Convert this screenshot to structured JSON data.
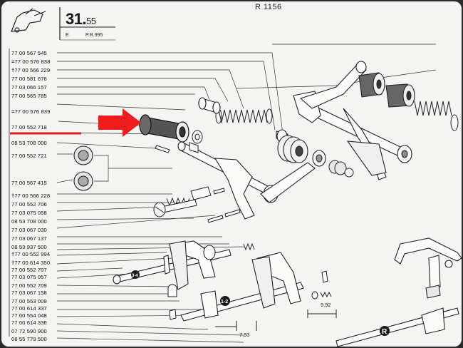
{
  "header": {
    "page_number": "31.",
    "page_number_small": "55",
    "sub_left": "E",
    "sub_right": "P.R.995",
    "top_reference": "R 1156"
  },
  "part_numbers": [
    {
      "text": "77 00 567 545",
      "mark": ""
    },
    {
      "text": "77 00 576 838",
      "mark": "="
    },
    {
      "text": "77 00 566 229",
      "mark": "†"
    },
    {
      "text": "77 00 581 676",
      "mark": ""
    },
    {
      "text": "77 03 066 157",
      "mark": ""
    },
    {
      "text": "77 00 565 785",
      "mark": ""
    },
    {
      "text": "77 00 576 839",
      "mark": "="
    },
    {
      "text": "77 00 552 718",
      "mark": ""
    },
    {
      "text": "08 53 708 000",
      "mark": ""
    },
    {
      "text": "77 00 552 721",
      "mark": ""
    },
    {
      "text": "77 00 567 415",
      "mark": ""
    },
    {
      "text": "77 00 566 228",
      "mark": "†"
    },
    {
      "text": "77 00 552 706",
      "mark": ""
    },
    {
      "text": "77 03 075 058",
      "mark": ""
    },
    {
      "text": "08 53 708 000",
      "mark": ""
    },
    {
      "text": "77 03 067 030",
      "mark": ""
    },
    {
      "text": "77 03 067 137",
      "mark": ""
    },
    {
      "text": "08 53 937 500",
      "mark": ""
    },
    {
      "text": "77 00 552 994",
      "mark": "†"
    },
    {
      "text": "77 00 614 350",
      "mark": "†"
    },
    {
      "text": "77 00 552 707",
      "mark": ""
    },
    {
      "text": "77 03 075 057",
      "mark": ""
    },
    {
      "text": "77 00 552 709",
      "mark": ""
    },
    {
      "text": "77 03 067 158",
      "mark": ""
    },
    {
      "text": "77 00 553 009",
      "mark": ""
    },
    {
      "text": "77 00 614 337",
      "mark": ""
    },
    {
      "text": "77 00 554 048",
      "mark": ""
    },
    {
      "text": "77 00 614 336",
      "mark": ""
    },
    {
      "text": "07 72 590 900",
      "mark": ""
    },
    {
      "text": "08 55 779 500",
      "mark": ""
    }
  ],
  "diagram_labels": {
    "gear_12": "1-2",
    "gear_34": "3-4",
    "dim_1": "9,92",
    "dim_2": "7,93",
    "reverse": "R"
  },
  "colors": {
    "highlight_arrow": "#ee1c1c",
    "underline": "#e31b1b",
    "paper": "#f4f4f2",
    "ink": "#1a1a1a"
  }
}
